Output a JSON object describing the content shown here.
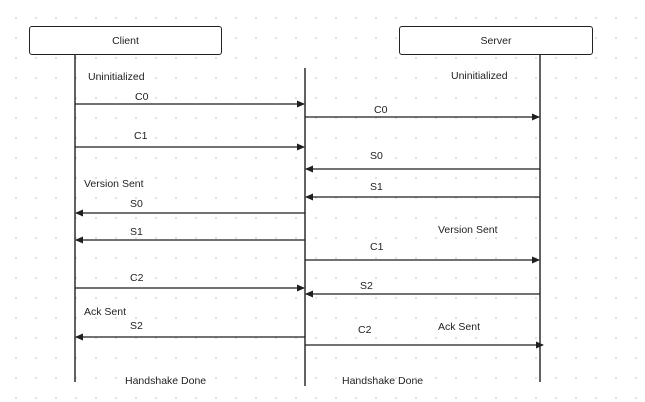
{
  "participants": {
    "client": "Client",
    "server": "Server"
  },
  "states": {
    "client_uninitialized": "Uninitialized",
    "server_uninitialized": "Uninitialized",
    "client_version_sent": "Version Sent",
    "server_version_sent": "Version Sent",
    "client_ack_sent": "Ack Sent",
    "server_ack_sent": "Ack Sent",
    "client_done": "Handshake Done",
    "server_done": "Handshake Done"
  },
  "messages": [
    {
      "label": "C0",
      "from": "client",
      "to": "middle"
    },
    {
      "label": "C0",
      "from": "middle",
      "to": "server"
    },
    {
      "label": "C1",
      "from": "client",
      "to": "middle"
    },
    {
      "label": "S0",
      "from": "server",
      "to": "middle"
    },
    {
      "label": "S1",
      "from": "server",
      "to": "middle"
    },
    {
      "label": "S0",
      "from": "middle",
      "to": "client"
    },
    {
      "label": "S1",
      "from": "middle",
      "to": "client"
    },
    {
      "label": "C1",
      "from": "middle",
      "to": "server"
    },
    {
      "label": "C2",
      "from": "client",
      "to": "middle"
    },
    {
      "label": "S2",
      "from": "server",
      "to": "middle"
    },
    {
      "label": "S2",
      "from": "middle",
      "to": "client"
    },
    {
      "label": "C2",
      "from": "middle",
      "to": "server"
    }
  ],
  "colors": {
    "line": "#1f1f1f",
    "grid_dot": "#d9d9d9"
  }
}
